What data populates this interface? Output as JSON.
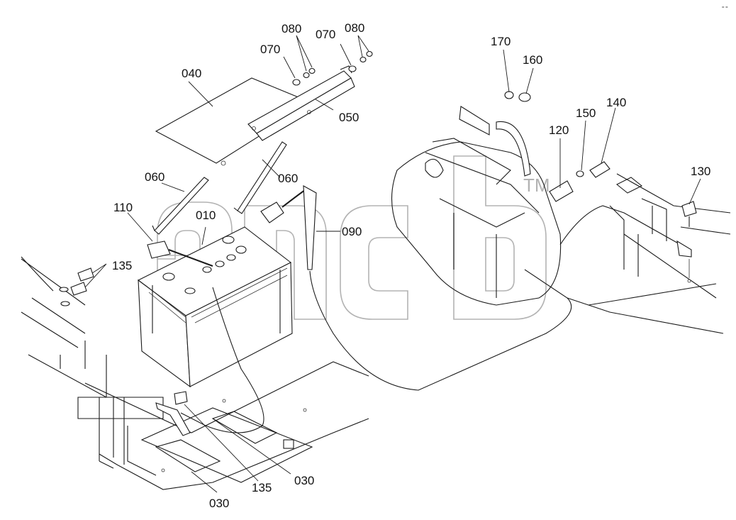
{
  "watermark": {
    "text": "ancb",
    "trademark": "TM"
  },
  "corner_mark": "= =",
  "labels": [
    {
      "id": "lbl-040",
      "text": "040"
    },
    {
      "id": "lbl-070-left",
      "text": "070"
    },
    {
      "id": "lbl-080-left",
      "text": "080"
    },
    {
      "id": "lbl-070-right",
      "text": "070"
    },
    {
      "id": "lbl-080-right",
      "text": "080"
    },
    {
      "id": "lbl-050",
      "text": "050"
    },
    {
      "id": "lbl-060-left",
      "text": "060"
    },
    {
      "id": "lbl-060-right",
      "text": "060"
    },
    {
      "id": "lbl-010",
      "text": "010"
    },
    {
      "id": "lbl-110",
      "text": "110"
    },
    {
      "id": "lbl-090",
      "text": "090"
    },
    {
      "id": "lbl-135-top",
      "text": "135"
    },
    {
      "id": "lbl-135-bottom",
      "text": "135"
    },
    {
      "id": "lbl-030-left",
      "text": "030"
    },
    {
      "id": "lbl-030-right",
      "text": "030"
    },
    {
      "id": "lbl-170",
      "text": "170"
    },
    {
      "id": "lbl-160",
      "text": "160"
    },
    {
      "id": "lbl-120",
      "text": "120"
    },
    {
      "id": "lbl-150",
      "text": "150"
    },
    {
      "id": "lbl-140",
      "text": "140"
    },
    {
      "id": "lbl-130",
      "text": "130"
    }
  ]
}
